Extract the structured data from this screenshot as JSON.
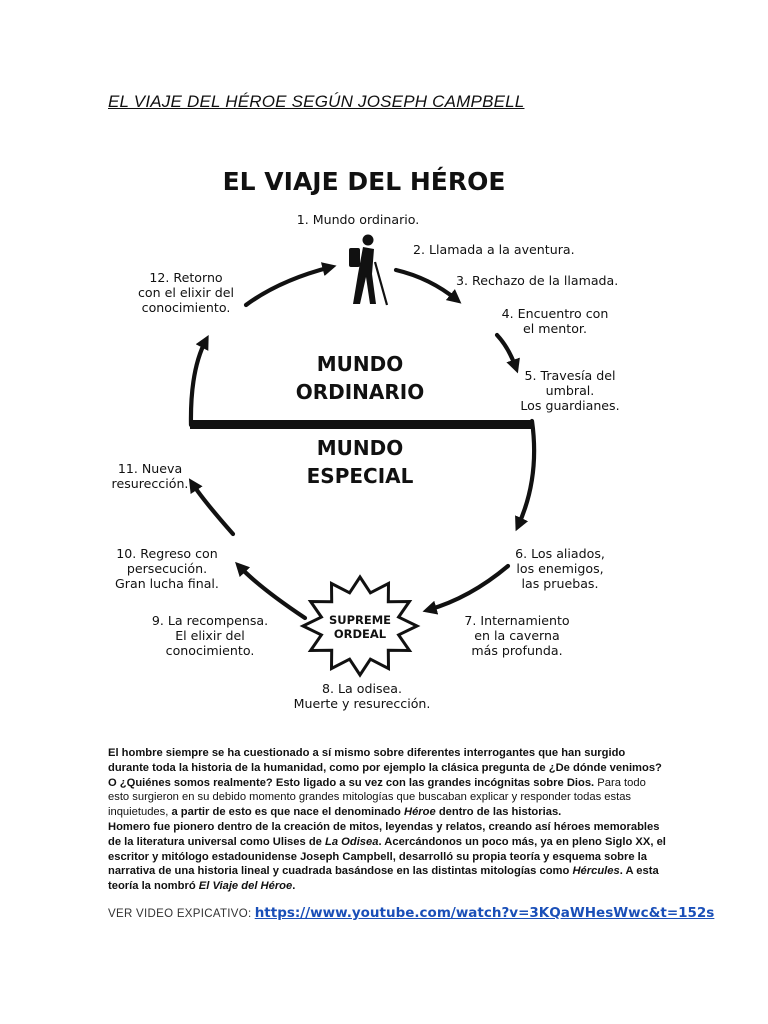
{
  "doc": {
    "heading": "EL VIAJE DEL HÉROE SEGÚN JOSEPH CAMPBELL"
  },
  "diagram": {
    "title": "EL VIAJE DEL HÉROE",
    "upper_region": [
      "MUNDO",
      "ORDINARIO"
    ],
    "lower_region": [
      "MUNDO",
      "ESPECIAL"
    ],
    "ordeal": [
      "SUPREME",
      "ORDEAL"
    ],
    "steps": [
      {
        "lines": [
          "1. Mundo ordinario."
        ]
      },
      {
        "lines": [
          "2. Llamada a la aventura."
        ]
      },
      {
        "lines": [
          "3. Rechazo de la llamada."
        ]
      },
      {
        "lines": [
          "4. Encuentro con",
          "el mentor."
        ]
      },
      {
        "lines": [
          "5. Travesía del",
          "umbral.",
          "Los guardianes."
        ]
      },
      {
        "lines": [
          "6. Los aliados,",
          "los enemigos,",
          "las pruebas."
        ]
      },
      {
        "lines": [
          "7. Internamiento",
          "en la caverna",
          "más profunda."
        ]
      },
      {
        "lines": [
          "8. La odisea.",
          "Muerte y resurección."
        ]
      },
      {
        "lines": [
          "9. La recompensa.",
          "El elixir del",
          "conocimiento."
        ]
      },
      {
        "lines": [
          "10. Regreso con",
          "persecución.",
          "Gran lucha final."
        ]
      },
      {
        "lines": [
          "11. Nueva",
          "resurección."
        ]
      },
      {
        "lines": [
          "12. Retorno",
          "con el elixir del",
          "conocimiento."
        ]
      }
    ]
  },
  "body": {
    "p1_a": "El hombre siempre se ha cuestionado a sí mismo sobre diferentes interrogantes que han surgido durante toda la historia de la humanidad, como por ejemplo la clásica pregunta de ¿De dónde venimos? O ¿Quiénes somos realmente? Esto ligado a su vez con las grandes incógnitas sobre Dios.",
    "p1_b": "Para todo esto surgieron en su debido momento grandes mitologías que buscaban  explicar y responder todas estas inquietudes,",
    "p1_c": "a partir de esto es que nace el denominado",
    "p1_heroe": "Héroe",
    "p1_d": "dentro de las historias.",
    "p2_a": "Homero fue pionero dentro de la creación de mitos, leyendas y relatos, creando así héroes memorables de la literatura universal como Ulises de",
    "p2_odisea": "La Odisea",
    "p2_b": ". Acercándonos un poco más, ya en pleno Siglo XX, el escritor y mitólogo estadounidense Joseph Campbell, desarrolló su propia teoría y esquema sobre la narrativa de una historia lineal y cuadrada basándose en las distintas mitologías como",
    "p2_hercules": "Hércules",
    "p2_c": ". A esta teoría la nombró",
    "p2_viaje": "El Viaje del Héroe",
    "p2_end": "."
  },
  "video": {
    "label": "VER VIDEO EXPICATIVO:",
    "link": "https://www.youtube.com/watch?v=3KQaWHesWwc&t=152s"
  }
}
